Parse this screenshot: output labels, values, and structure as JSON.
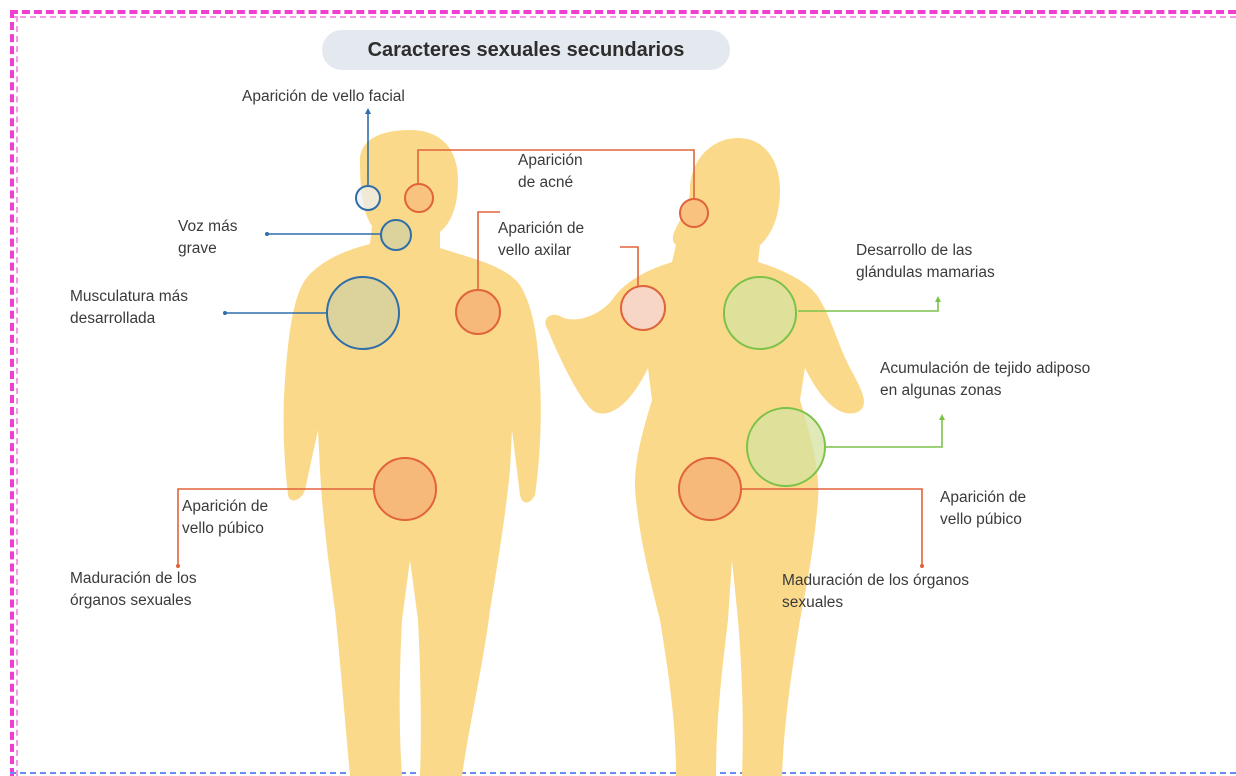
{
  "title": "Caracteres sexuales secundarios",
  "male_labels": {
    "facial_hair": "Aparición de vello facial",
    "voice": "Voz más\ngrave",
    "muscles": "Musculatura más\ndesarrollada",
    "pubic_hair": "Aparición de\nvello púbico",
    "organs": "Maduración de los\nórganos sexuales"
  },
  "shared_labels": {
    "acne": "Aparición\nde acné",
    "axillary_hair": "Aparición de\nvello axilar"
  },
  "female_labels": {
    "mammary": "Desarrollo de las\nglándulas mamarias",
    "adipose": "Acumulación de tejido adiposo\nen algunas zonas",
    "pubic_hair": "Aparición de\nvello púbico",
    "organs": "Maduración de los órganos\nsexuales"
  },
  "colors": {
    "frame": "#ef3fd1",
    "silhouette": "#fbd98a",
    "male_marker": "#2f6ea8",
    "shared_marker": "#e0633a",
    "female_marker": "#7cc24a"
  }
}
